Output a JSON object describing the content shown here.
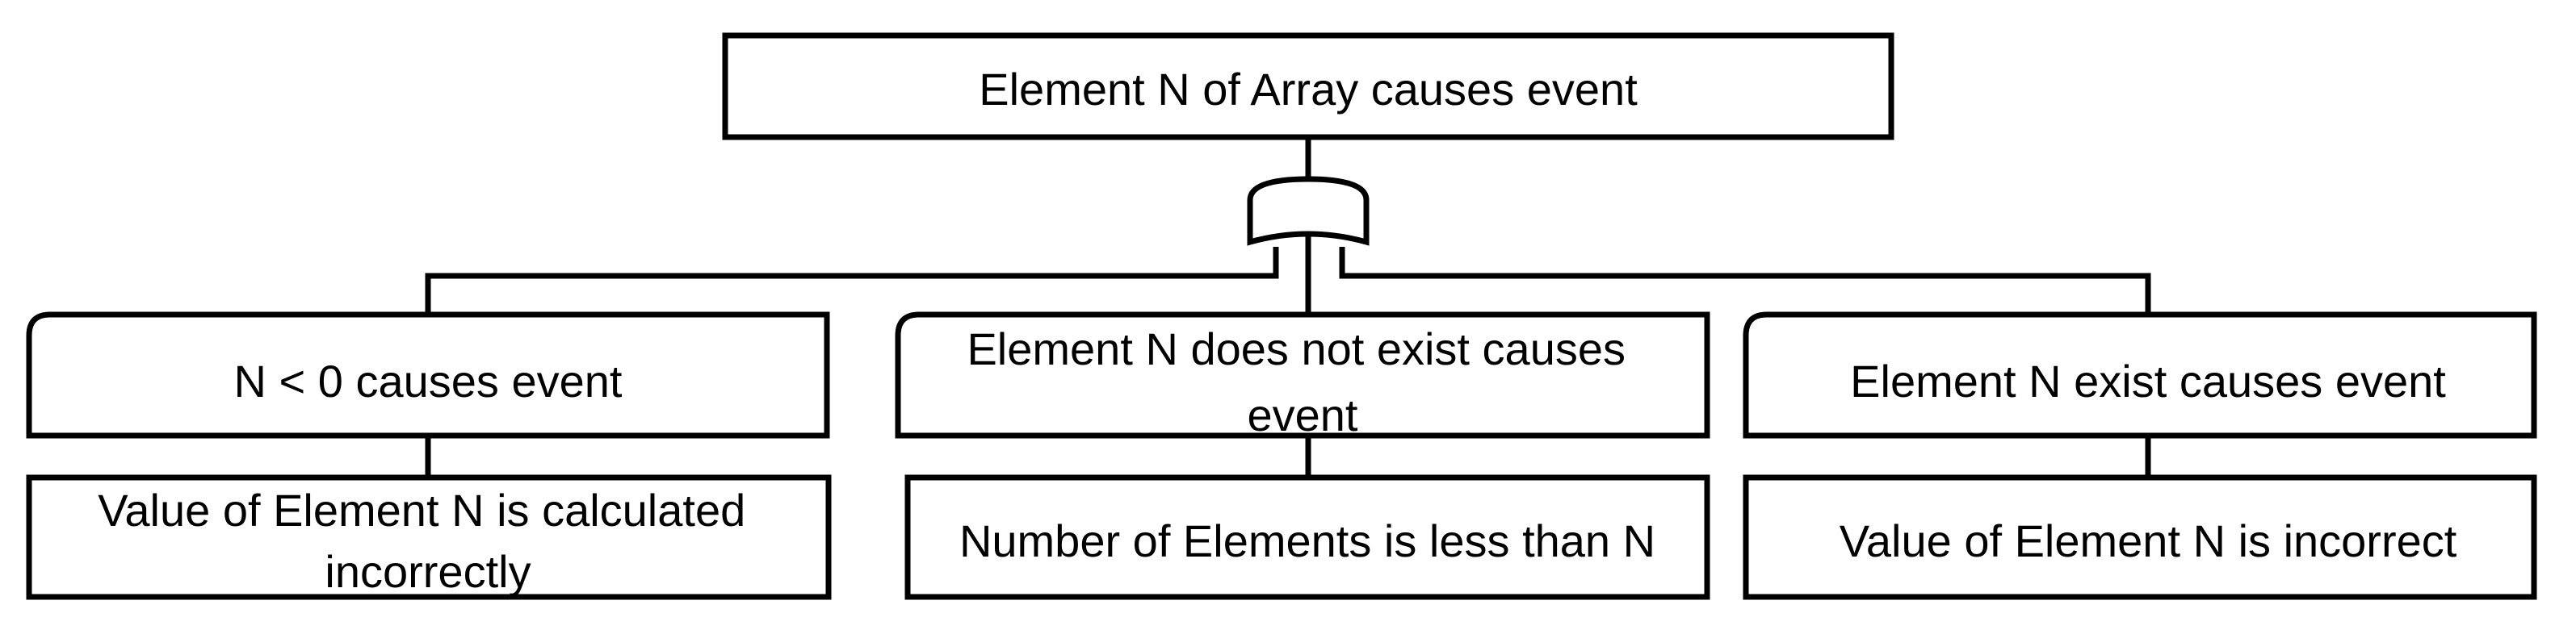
{
  "top_event": {
    "label": "Element N of Array causes event"
  },
  "gate": {
    "type": "OR",
    "icon": "or-gate-icon"
  },
  "branches": [
    {
      "condition_lines": [
        "N < 0 causes event"
      ],
      "cause_lines": [
        "Value of Element N is calculated",
        "incorrectly"
      ]
    },
    {
      "condition_lines": [
        "Element N does not exist causes",
        "event"
      ],
      "cause_lines": [
        "Number of Elements is less than N"
      ]
    },
    {
      "condition_lines": [
        "Element N exist causes event"
      ],
      "cause_lines": [
        "Value of Element N is incorrect"
      ]
    }
  ]
}
